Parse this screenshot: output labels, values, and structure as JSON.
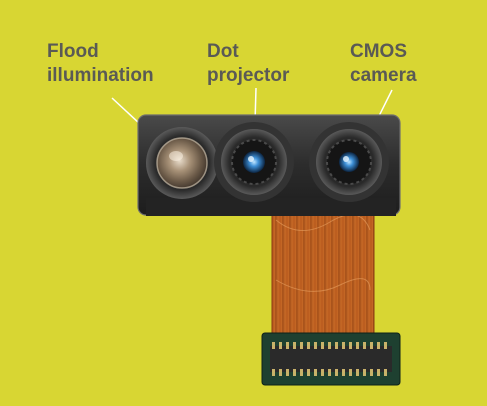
{
  "photo": {
    "background_color": "#d8d633",
    "label_color": "#5a5a55",
    "labels": [
      {
        "line1": "Flood",
        "line2": "illumination"
      },
      {
        "line1": "Dot",
        "line2": "projector"
      },
      {
        "line1": "CMOS",
        "line2": "camera"
      }
    ],
    "components": [
      "flood-illuminator",
      "dot-projector",
      "cmos-camera",
      "flex-cable",
      "board-connector"
    ]
  }
}
